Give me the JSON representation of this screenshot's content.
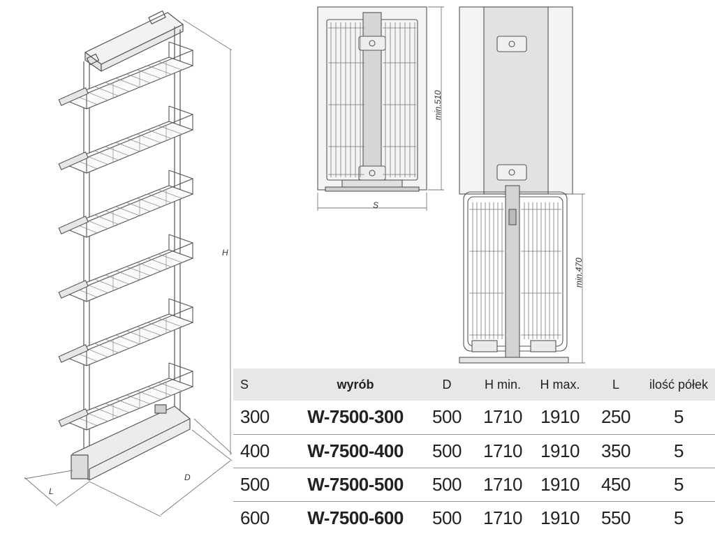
{
  "dimensions": {
    "height_label": "H",
    "depth_label": "D",
    "length_label": "L",
    "width_label": "S",
    "top_view_min": "min.510",
    "bottom_view_min": "min.470"
  },
  "table": {
    "headers": [
      "S",
      "wyrób",
      "D",
      "H min.",
      "H max.",
      "L",
      "ilość półek"
    ],
    "rows": [
      [
        "300",
        "W-7500-300",
        "500",
        "1710",
        "1910",
        "250",
        "5"
      ],
      [
        "400",
        "W-7500-400",
        "500",
        "1710",
        "1910",
        "350",
        "5"
      ],
      [
        "500",
        "W-7500-500",
        "500",
        "1710",
        "1910",
        "450",
        "5"
      ],
      [
        "600",
        "W-7500-600",
        "500",
        "1710",
        "1910",
        "550",
        "5"
      ]
    ]
  },
  "colors": {
    "line": "#555555",
    "header_bg": "#e7e7e7",
    "text": "#222222"
  }
}
